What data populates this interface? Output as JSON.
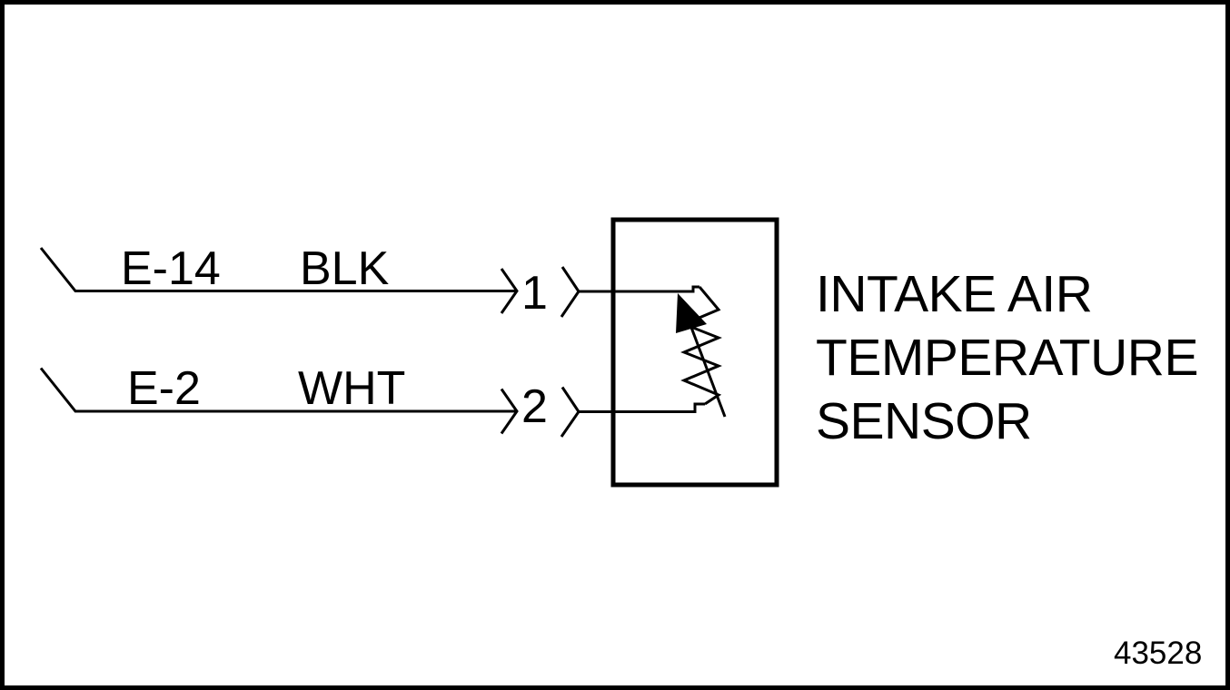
{
  "colors": {
    "ink": "#000000",
    "paper": "#ffffff"
  },
  "diagram": {
    "component": {
      "name": "INTAKE AIR TEMPERATURE SENSOR",
      "name_lines": [
        "INTAKE AIR",
        "TEMPERATURE",
        "SENSOR"
      ],
      "symbol": "thermistor"
    },
    "wires": [
      {
        "circuit": "E-14",
        "wire_color": "BLK",
        "pin": "1"
      },
      {
        "circuit": "E-2",
        "wire_color": "WHT",
        "pin": "2"
      }
    ],
    "figure_number": "43528"
  }
}
